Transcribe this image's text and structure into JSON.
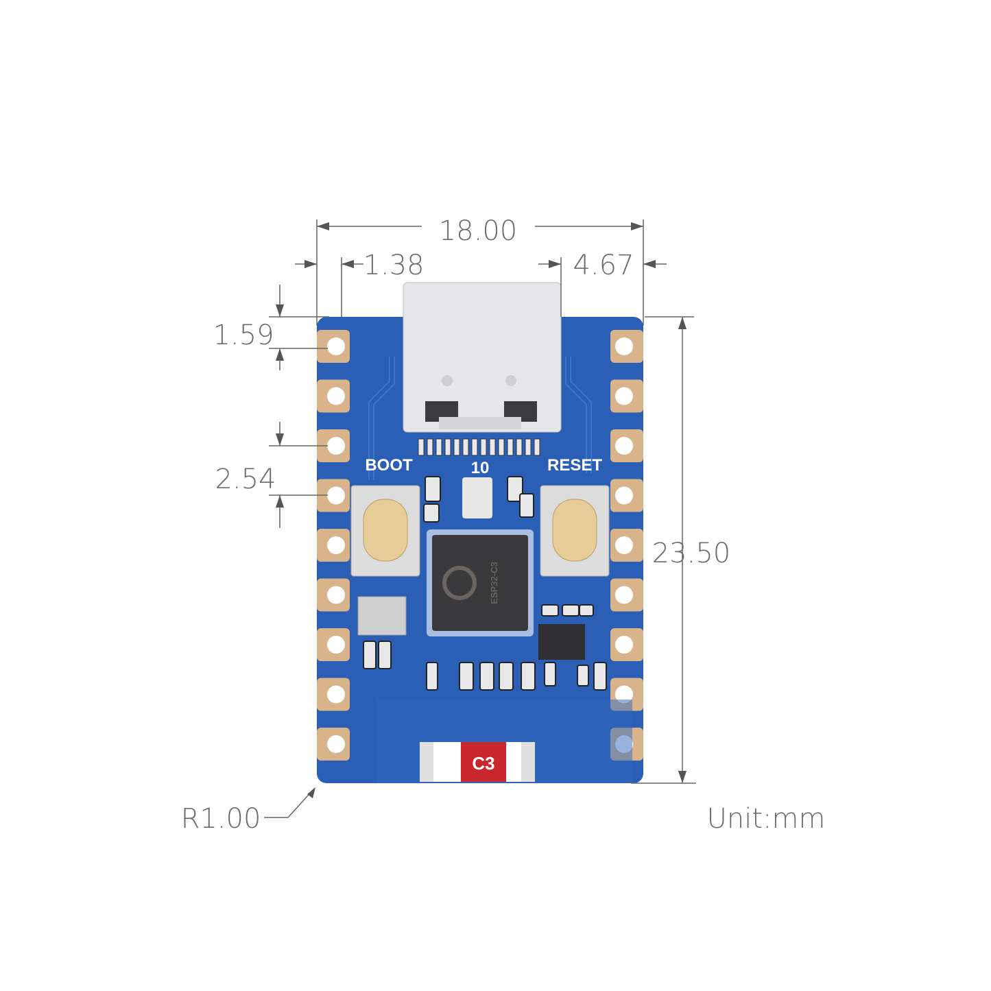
{
  "dimensions": {
    "width": "18.00",
    "left_offset": "1.38",
    "right_offset": "4.67",
    "top_pin_offset": "1.59",
    "pin_pitch": "2.54",
    "height": "23.50",
    "corner_radius": "R1.00",
    "unit": "Unit:mm"
  },
  "board": {
    "boot_label": "BOOT",
    "reset_label": "RESET",
    "led_label": "10",
    "antenna_label": "C3",
    "chip_label": "ESP32-C3",
    "colors": {
      "pcb": "#2a5fb5",
      "pad": "#d9b48a",
      "chip": "#3a3a3c",
      "antenna": "#c8282d"
    }
  }
}
